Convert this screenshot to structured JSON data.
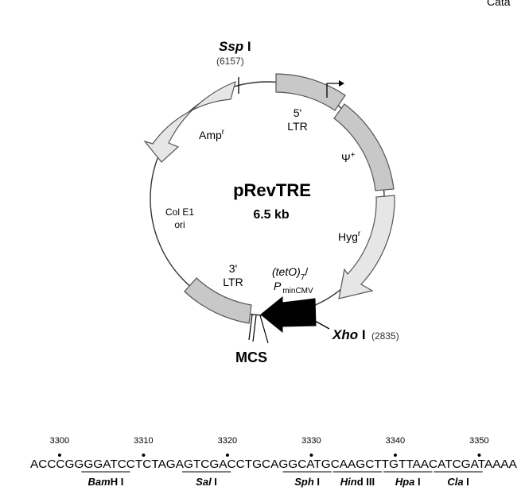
{
  "corner_text": "Cata",
  "plasmid": {
    "name": "pRevTRE",
    "size": "6.5 kb"
  },
  "features": {
    "five_ltr_line1": "5'",
    "five_ltr_line2": "LTR",
    "psi_label": "Ψ",
    "psi_sup": "+",
    "hyg_label": "Hyg",
    "hyg_sup": "r",
    "amp_label": "Amp",
    "amp_sup": "r",
    "colE1_line1": "Col E1",
    "colE1_line2": "ori",
    "three_ltr_line1": "3'",
    "three_ltr_line2": "LTR",
    "tet_label": "(tetO)",
    "tet_sub": "7",
    "tet_slash": "/",
    "p_label": "P",
    "p_sub": "minCMV",
    "mcs_label": "MCS"
  },
  "sites": {
    "ssp": {
      "name_italic": "Ssp",
      "name_roman": " I",
      "position": "(6157)"
    },
    "xho": {
      "name_italic": "Xho",
      "name_roman": " I",
      "position": "(2835)"
    }
  },
  "sequence": {
    "text": "ACCCGGGGATCCTCTAGAGTCGACCTGCAGGCATGCAAGCTTGTTAACATCGATAAAA",
    "numbers": [
      "3300",
      "3310",
      "3320",
      "3330",
      "3340",
      "3350"
    ],
    "enzymes": [
      {
        "italic": "Bam",
        "roman": "H I"
      },
      {
        "italic": "Sal",
        "roman": " I"
      },
      {
        "italic": "Sph",
        "roman": " I"
      },
      {
        "italic": "Hin",
        "roman": "d III"
      },
      {
        "italic": "Hpa",
        "roman": " I"
      },
      {
        "italic": "Cla",
        "roman": " I"
      }
    ]
  },
  "colors": {
    "ltr_fill": "#c8c8c8",
    "marker_fill": "#e6e6e6",
    "promoter_fill": "#000000",
    "outline": "#555555"
  }
}
